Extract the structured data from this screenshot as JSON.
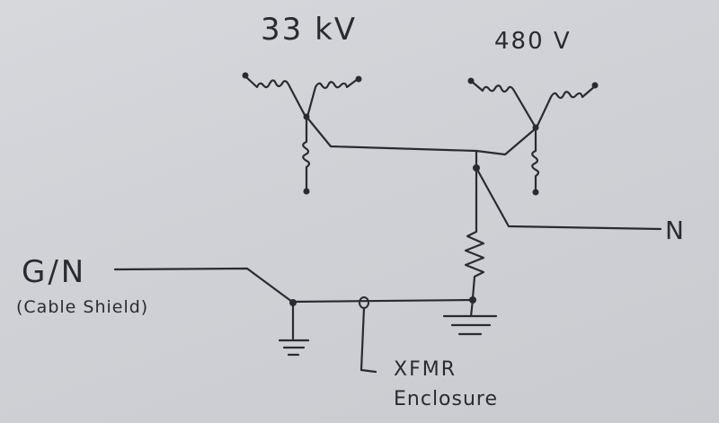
{
  "diagram": {
    "primary_label": "33 kV",
    "secondary_label": "480 V",
    "neutral_label": "N",
    "gn_label": "G/N",
    "cable_shield_label": "(Cable Shield)",
    "enclosure_label_line1": "XFMR",
    "enclosure_label_line2": "Enclosure"
  },
  "colors": {
    "ink": "#2a2b30",
    "paper": "#d2d4d8"
  }
}
